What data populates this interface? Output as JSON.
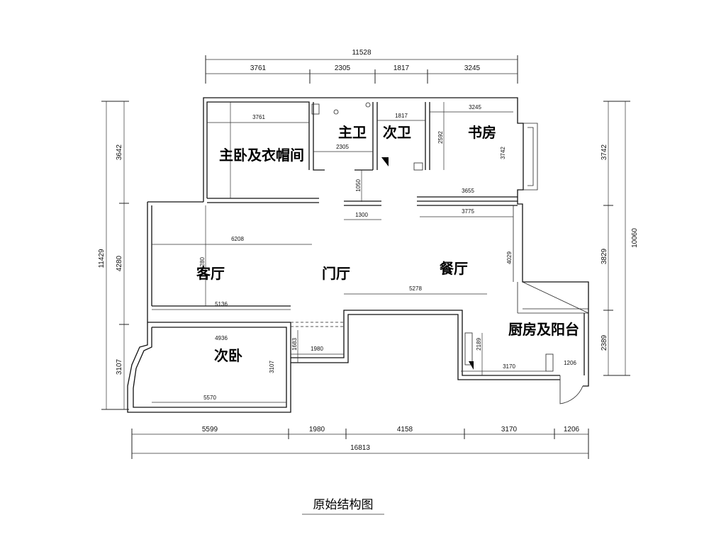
{
  "title": "原始结构图",
  "rooms": {
    "master_bedroom": "主卧及衣帽间",
    "master_bath": "主卫",
    "second_bath": "次卫",
    "study": "书房",
    "living_room": "客厅",
    "foyer": "门厅",
    "dining_room": "餐厅",
    "kitchen_balcony": "厨房及阳台",
    "second_bedroom": "次卧"
  },
  "dimensions": {
    "top_total": "11528",
    "top_segments": [
      "3761",
      "2305",
      "1817",
      "3245"
    ],
    "bottom_total": "16813",
    "bottom_segments": [
      "5599",
      "1980",
      "4158",
      "3170",
      "1206"
    ],
    "left_total": "11429",
    "left_segments": [
      "3642",
      "4280",
      "3107"
    ],
    "right_total": "10060",
    "right_segments": [
      "3742",
      "3829",
      "2389"
    ],
    "interior": {
      "master_width": "3761",
      "master_bath_width": "2305",
      "second_bath_width": "1817",
      "study_width": "3245",
      "study_depth": "3742",
      "study_h1": "2592",
      "corridor_a": "3655",
      "corridor_b": "3775",
      "door_gap": "1300",
      "door_depth": "1050",
      "living_width": "6208",
      "living_depth": "4280",
      "living_bottom": "5136",
      "dining_width": "5278",
      "dining_depth": "4029",
      "kitchen_depth": "2189",
      "kitchen_width": "3170",
      "balcony_width": "1206",
      "bedroom2_width": "5570",
      "bedroom2_depth": "3107",
      "bedroom2_top": "4936",
      "hall_depth": "1683",
      "hall_width": "1980"
    }
  }
}
